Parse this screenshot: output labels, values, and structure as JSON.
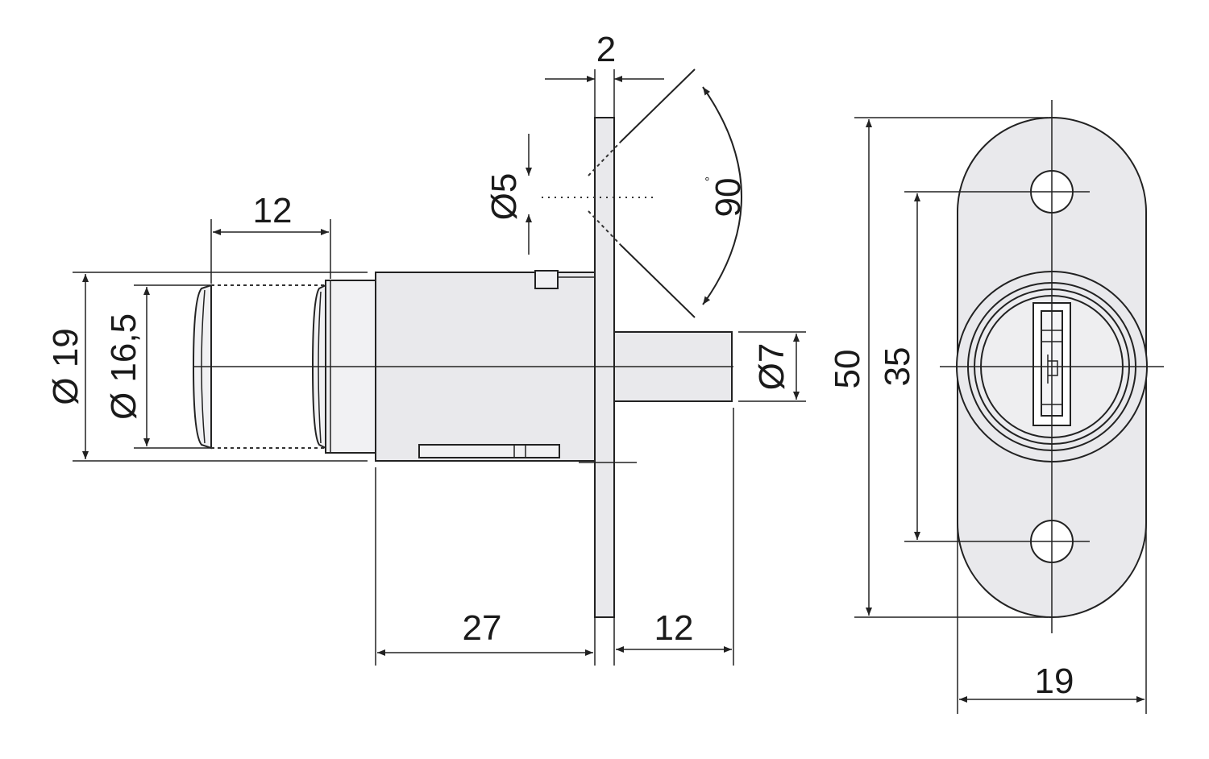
{
  "dimensions": {
    "cylinder_length": "12",
    "outer_diameter": "Ø 19",
    "inner_diameter": "Ø 16,5",
    "flange_thickness": "2",
    "hole_diameter": "Ø5",
    "angle": "90",
    "angle_unit": "°",
    "pin_diameter": "Ø7",
    "body_length": "27",
    "pin_length": "12",
    "plate_height": "50",
    "hole_spacing": "35",
    "plate_width": "19"
  }
}
